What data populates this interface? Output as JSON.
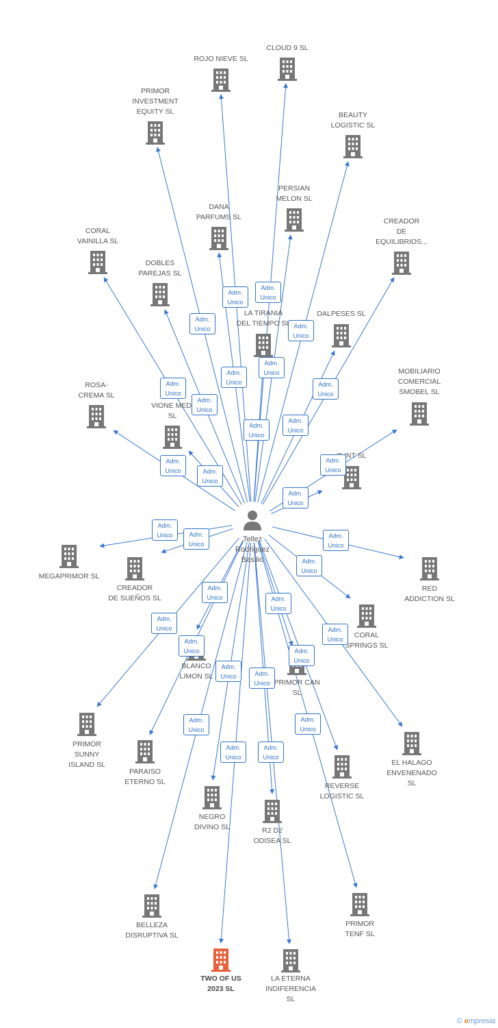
{
  "person": {
    "name": "Tellez\nRodriguez\nBasilio",
    "icon": "person-icon"
  },
  "relation_label": {
    "line1": "Adm.",
    "line2": "Unico"
  },
  "colors": {
    "edge": "#3a78cf",
    "building": "#777777",
    "highlight": "#e8613c",
    "badge_border": "#2f72c4"
  },
  "companies": [
    {
      "id": "rojo-nieve",
      "label": "ROJO NIEVE SL"
    },
    {
      "id": "cloud-9",
      "label": "CLOUD 9  SL"
    },
    {
      "id": "primor-investment",
      "label": "PRIMOR\nINVESTMENT\nEQUITY  SL"
    },
    {
      "id": "beauty-logistic",
      "label": "BEAUTY\nLOGISTIC  SL"
    },
    {
      "id": "persian-melon",
      "label": "PERSIAN\nMELON SL"
    },
    {
      "id": "dana-parfums",
      "label": "DANA\nPARFUMS  SL"
    },
    {
      "id": "creador-equilibrios",
      "label": "CREADOR\nDE\nEQUILIBRIOS..."
    },
    {
      "id": "coral-vainilla",
      "label": "CORAL\nVAINILLA SL"
    },
    {
      "id": "dobles-parejas",
      "label": "DOBLES\nPAREJAS SL"
    },
    {
      "id": "la-tirania",
      "label": "LA TIRANIA\nDEL TIEMPO  SL"
    },
    {
      "id": "dalpeses",
      "label": "DALPESES SL"
    },
    {
      "id": "mobiliario-comercial",
      "label": "MOBILIARIO\nCOMERCIAL\nSMOBEL  SL"
    },
    {
      "id": "rosa-crema",
      "label": "ROSA-\nCREMA SL"
    },
    {
      "id": "vione-medi",
      "label": "VIONE MEDI\nSL"
    },
    {
      "id": "r-int",
      "label": "R INT  SL"
    },
    {
      "id": "megaprimor",
      "label": "MEGAPRIMOR SL"
    },
    {
      "id": "creador-suenos",
      "label": "CREADOR\nDE SUEÑOS  SL"
    },
    {
      "id": "red-addiction",
      "label": "RED\nADDICTION  SL"
    },
    {
      "id": "coral-springs",
      "label": "CORAL\nSPRINGS SL"
    },
    {
      "id": "blanco-limon",
      "label": "BLANCO\nLIMON SL"
    },
    {
      "id": "primor-can",
      "label": "PRIMOR CAN\nSL"
    },
    {
      "id": "primor-sunny",
      "label": "PRIMOR\nSUNNY\nISLAND  SL"
    },
    {
      "id": "paraiso-eterno",
      "label": "PARAISO\nETERNO  SL"
    },
    {
      "id": "el-halago",
      "label": "EL HALAGO\nENVENENADO\nSL"
    },
    {
      "id": "reverse-logistic",
      "label": "REVERSE\nLOGISTIC  SL"
    },
    {
      "id": "negro-divino",
      "label": "NEGRO\nDIVINO SL"
    },
    {
      "id": "r2d2-odisea",
      "label": "R2 D2\nODISEA  SL"
    },
    {
      "id": "belleza-disruptiva",
      "label": "BELLEZA\nDISRUPTIVA  SL"
    },
    {
      "id": "primor-tenf",
      "label": "PRIMOR\nTENF  SL"
    },
    {
      "id": "two-of-us",
      "label": "TWO OF US\n2023  SL",
      "highlight": true
    },
    {
      "id": "la-eterna",
      "label": "LA ETERNA\nINDIFERENCIA\nSL"
    }
  ],
  "copyright": {
    "symbol": "©",
    "brand_first": "e",
    "brand_rest": "mpresia"
  }
}
